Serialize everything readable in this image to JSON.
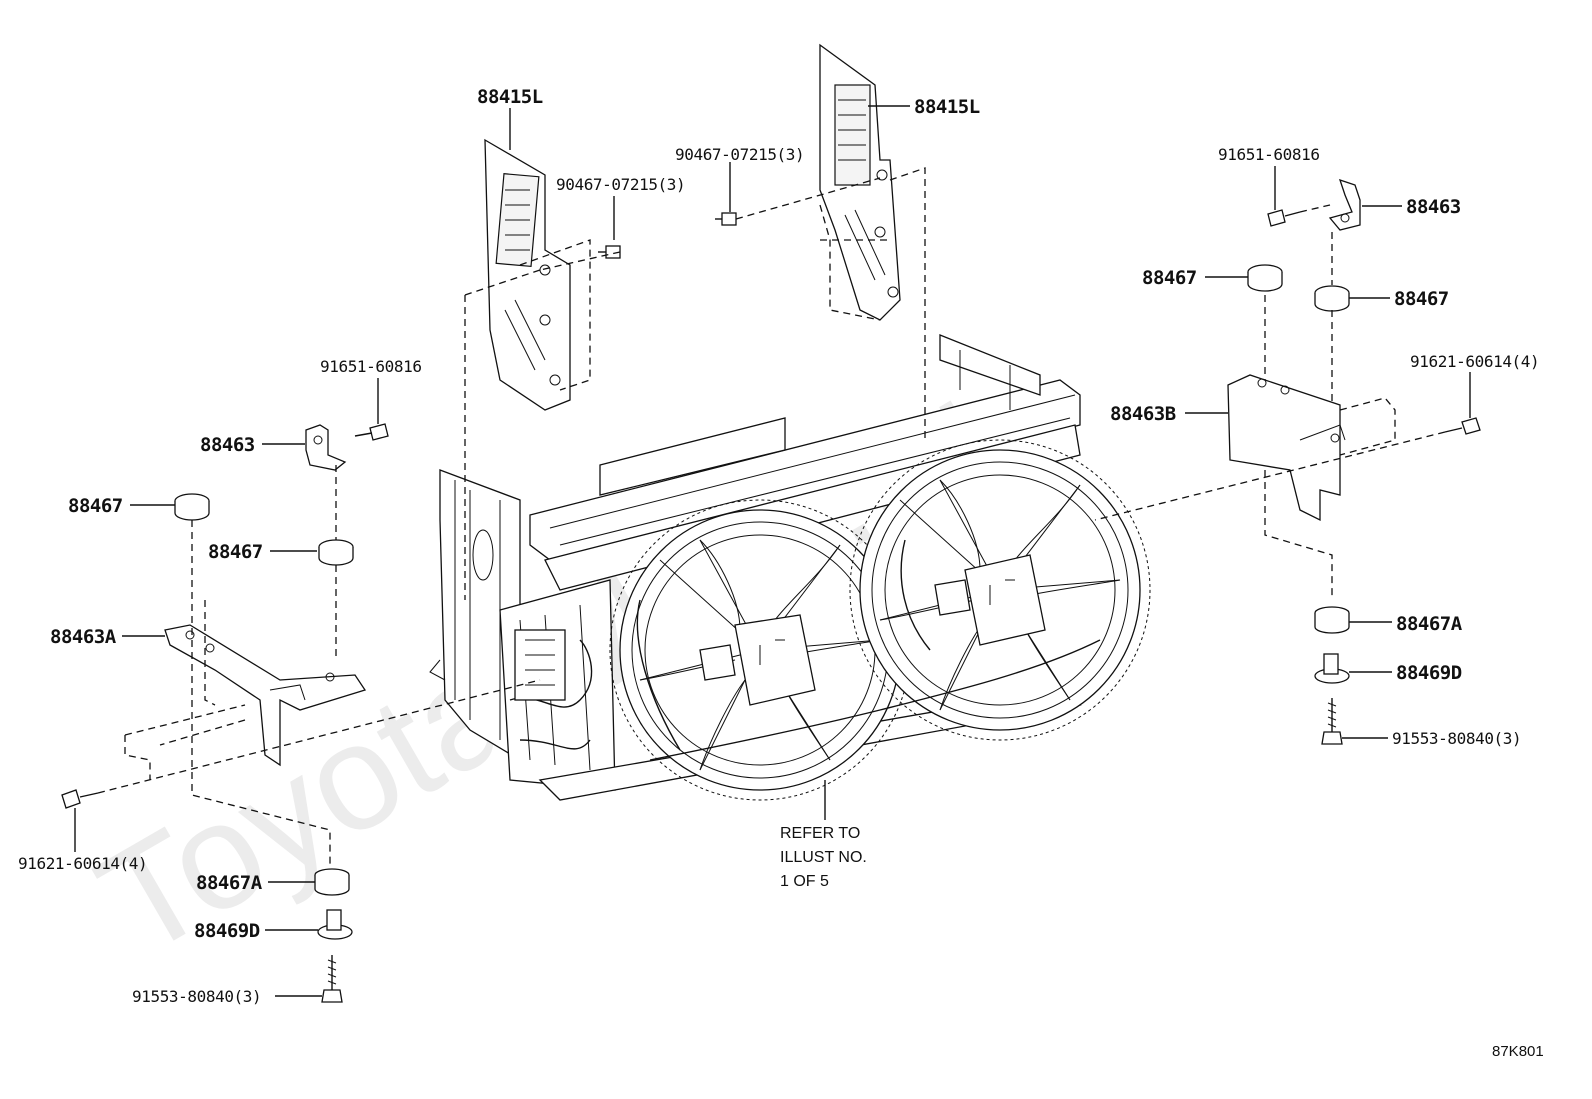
{
  "watermark": "Toyota-Mine.ru",
  "figure_code": "87K801",
  "refer_note": [
    "REFER TO",
    "ILLUST NO.",
    "1 OF 5"
  ],
  "callouts": {
    "duct_left": "88415L",
    "duct_right": "88415L",
    "clip_left": "90467-07215(3)",
    "clip_right": "90467-07215(3)",
    "bolt_l_top": "91651-60816",
    "bracket_l_top": "88463",
    "cushion_l_1": "88467",
    "cushion_l_2": "88467",
    "bracket_l": "88463A",
    "bolt_l_side": "91621-60614(4)",
    "cushion_l_low": "88467A",
    "collar_l": "88469D",
    "bolt_l_bottom": "91553-80840(3)",
    "bolt_r_top": "91651-60816",
    "bracket_r_top": "88463",
    "cushion_r_1": "88467",
    "cushion_r_2": "88467",
    "bolt_r_side": "91621-60614(4)",
    "bracket_r": "88463B",
    "cushion_r_low": "88467A",
    "collar_r": "88469D",
    "bolt_r_bottom": "91553-80840(3)"
  }
}
